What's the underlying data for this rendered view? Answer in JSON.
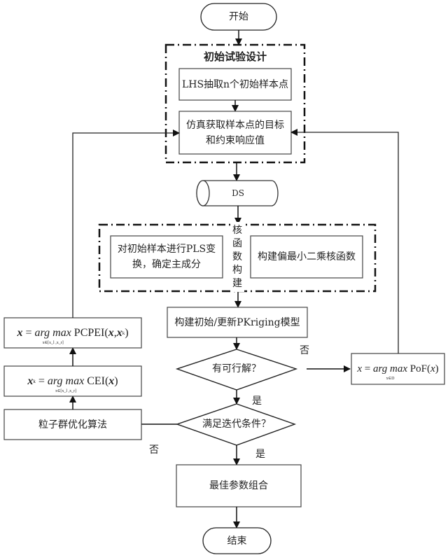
{
  "diagram": {
    "type": "flowchart",
    "nodes": {
      "start": "开始",
      "init_design_group_title": "初始试验设计",
      "lhs_sampling": "LHS抽取n个初始样本点",
      "simulate_line1": "仿真获取样本点的目标",
      "simulate_line2": "和约束响应值",
      "database": "DS",
      "kernel_group_title": [
        "核",
        "函",
        "数",
        "构",
        "建"
      ],
      "pls_transform_line1": "对初始样本进行PLS变",
      "pls_transform_line2": "换，确定主成分",
      "build_kernel": "构建偏最小二乘核函数",
      "build_model": "构建初始/更新PKriging模型",
      "feasible_decision": "有可行解？",
      "iteration_decision": "满足迭代条件？",
      "best_params": "最佳参数组合",
      "end": "结束",
      "pso": "粒子群优化算法",
      "cei_formula": {
        "lhs": "x",
        "lhs_sub": "k",
        "eq": " = ",
        "op": "arg max",
        "under": "x∈[x_l ,x_r]",
        "fn": "CEI(",
        "arg": "x",
        "close": ")"
      },
      "pcpei_formula": {
        "lhs": "x",
        "eq": " = ",
        "op": "arg max",
        "under": "x∈[x_l ,x_r]",
        "fn": "PCPEI(",
        "arg1": "x",
        "comma": ",",
        "arg2": "x",
        "arg2_sub": "k",
        "close": ")"
      },
      "pof_formula": {
        "lhs": "x",
        "eq": " = ",
        "op": "arg max",
        "under": "x∈D",
        "fn": "PoF(",
        "arg": "x",
        "close": ")"
      }
    },
    "edge_labels": {
      "feasible_no": "否",
      "feasible_yes": "是",
      "iteration_yes": "是",
      "iteration_no": "否"
    }
  }
}
